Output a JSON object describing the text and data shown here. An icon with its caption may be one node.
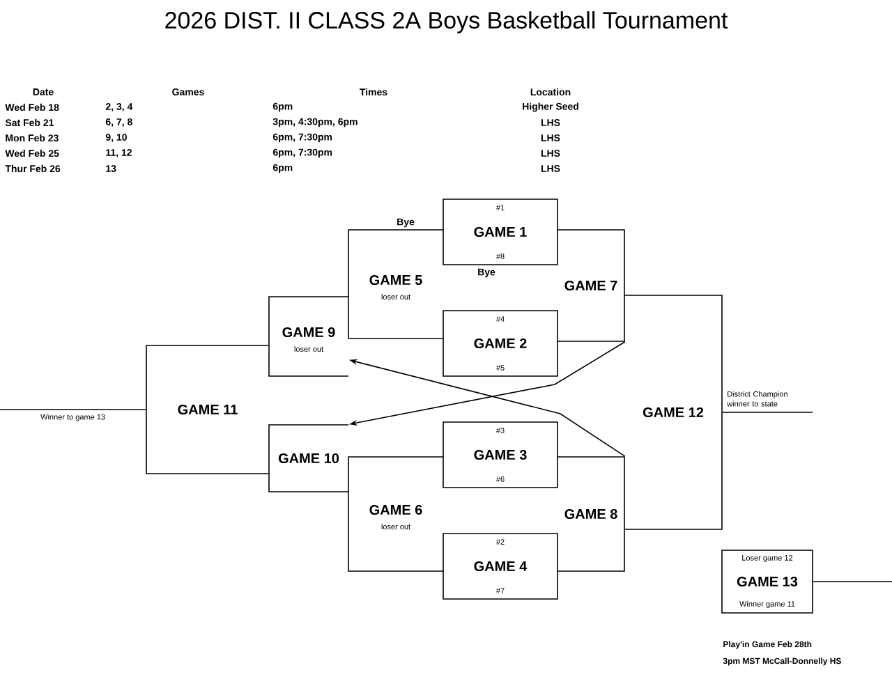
{
  "diagram": {
    "title": "2026 DIST. II CLASS 2A Boys Basketball Tournament",
    "nodes": [
      {
        "text": [
          "#1",
          "GAME 1",
          "#8"
        ]
      },
      {
        "text": [
          "GAME 5",
          "loser out"
        ]
      },
      {
        "text": [
          "GAME 7"
        ]
      },
      {
        "text": [
          "GAME 9",
          "loser out"
        ]
      },
      {
        "text": [
          "#4",
          "GAME 2",
          "#5"
        ]
      },
      {
        "text": [
          "GAME 11"
        ]
      },
      {
        "text": [
          "GAME 12"
        ]
      },
      {
        "text": [
          "GAME 10"
        ]
      },
      {
        "text": [
          "#3",
          "GAME 3",
          "#6"
        ]
      },
      {
        "text": [
          "GAME 6",
          "loser out"
        ]
      },
      {
        "text": [
          "GAME 8"
        ]
      },
      {
        "text": [
          "#2",
          "GAME 4",
          "#7"
        ]
      },
      {
        "text": [
          "Loser game 12",
          "GAME 13",
          "Winner game 11"
        ]
      }
    ],
    "edges": [
      {
        "from": 2,
        "to": 7,
        "arrow": "to"
      },
      {
        "from": 10,
        "to": 3,
        "arrow": "to"
      },
      {
        "from": 5,
        "to": null,
        "arrow": "none",
        "label": "Winner to game 13"
      },
      {
        "from": 6,
        "to": null,
        "arrow": "none",
        "label": "District Champion winner to state"
      },
      {
        "from": 12,
        "to": null,
        "arrow": "none"
      }
    ],
    "labels": [
      "Date",
      "Games",
      "Times",
      "Location",
      "Wed Feb 18",
      "2, 3, 4",
      "6pm",
      "Higher Seed",
      "Sat Feb 21",
      "6, 7, 8",
      "3pm, 4:30pm, 6pm",
      "LHS",
      "Mon Feb 23",
      "9, 10",
      "6pm, 7:30pm",
      "LHS",
      "Wed Feb 25",
      "11, 12",
      "6pm, 7:30pm",
      "LHS",
      "Thur Feb 26",
      "13",
      "6pm",
      "LHS",
      "Bye",
      "Bye",
      "Play'in Game Feb 28th",
      "3pm MST McCall-Donnelly HS"
    ]
  }
}
